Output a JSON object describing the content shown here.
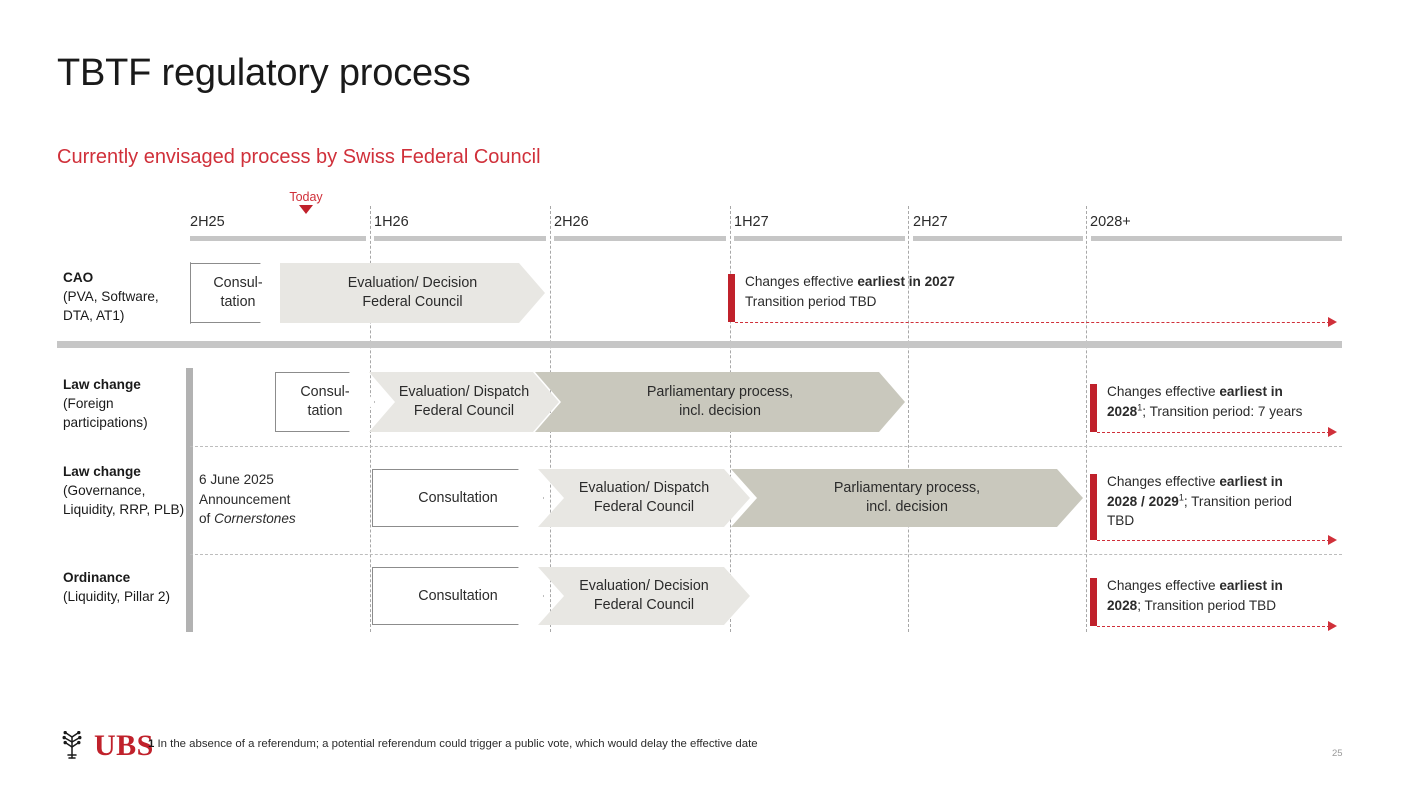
{
  "slide": {
    "title": "TBTF regulatory process",
    "subtitle": "Currently envisaged process by Swiss Federal Council",
    "page_number": "25",
    "accent_red": "#d0303a",
    "bar_red": "#c0212b",
    "chevron_light": "#e8e7e3",
    "chevron_dark": "#c9c8bd",
    "axis_grey": "#c6c6c6"
  },
  "timeline": {
    "today_label": "Today",
    "periods": [
      {
        "label": "2H25"
      },
      {
        "label": "1H26"
      },
      {
        "label": "2H26"
      },
      {
        "label": "1H27"
      },
      {
        "label": "2H27"
      },
      {
        "label": "2028+"
      }
    ]
  },
  "rows": [
    {
      "label_main": "CAO",
      "label_sub": "(PVA, Software, DTA, AT1)",
      "note": "",
      "phases": [
        {
          "text": "Consul-\ntation",
          "style": "white"
        },
        {
          "text": "Evaluation/ Decision\nFederal Council",
          "style": "light"
        }
      ],
      "effect": "Changes effective earliest in 2027\nTransition period TBD",
      "effect_bold": "earliest in 2027",
      "effect_line1_plain": "Changes effective ",
      "effect_line1_bold": "earliest in 2027",
      "effect_line2": "Transition period TBD"
    },
    {
      "label_main": "Law change",
      "label_sub": "(Foreign participations)",
      "note": "",
      "phases": [
        {
          "text": "Consul-\ntation",
          "style": "white"
        },
        {
          "text": "Evaluation/ Dispatch\nFederal Council",
          "style": "light"
        },
        {
          "text": "Parliamentary process,\nincl. decision",
          "style": "dark"
        }
      ],
      "effect_line1_plain": "Changes effective ",
      "effect_line1_bold": "earliest in",
      "effect_line2_bold": "2028",
      "effect_line2_sup": "1",
      "effect_line2_plain": "; Transition period: 7 years"
    },
    {
      "label_main": "Law change",
      "label_sub": "(Governance, Liquidity, RRP, PLB)",
      "note_line1": "6 June 2025",
      "note_line2": "Announcement",
      "note_line3_plain": "of ",
      "note_line3_italic": "Cornerstones",
      "phases": [
        {
          "text": "Consultation",
          "style": "white"
        },
        {
          "text": "Evaluation/ Dispatch\nFederal Council",
          "style": "light"
        },
        {
          "text": "Parliamentary process,\nincl. decision",
          "style": "dark"
        }
      ],
      "effect_line1_plain": "Changes effective ",
      "effect_line1_bold": "earliest in",
      "effect_line2_bold": "2028 / 2029",
      "effect_line2_sup": "1",
      "effect_line2_plain": "; Transition period",
      "effect_line3": "TBD"
    },
    {
      "label_main": "Ordinance",
      "label_sub": "(Liquidity, Pillar 2)",
      "note": "",
      "phases": [
        {
          "text": "Consultation",
          "style": "white"
        },
        {
          "text": "Evaluation/ Decision\nFederal Council",
          "style": "light"
        }
      ],
      "effect_line1_plain": "Changes effective ",
      "effect_line1_bold": "earliest in",
      "effect_line2_bold": "2028",
      "effect_line2_plain": "; Transition period TBD"
    }
  ],
  "footer": {
    "footnote_number": "1",
    "footnote_text": "In the absence of a referendum; a potential referendum could trigger a public vote, which would delay the effective date",
    "brand": "UBS"
  }
}
